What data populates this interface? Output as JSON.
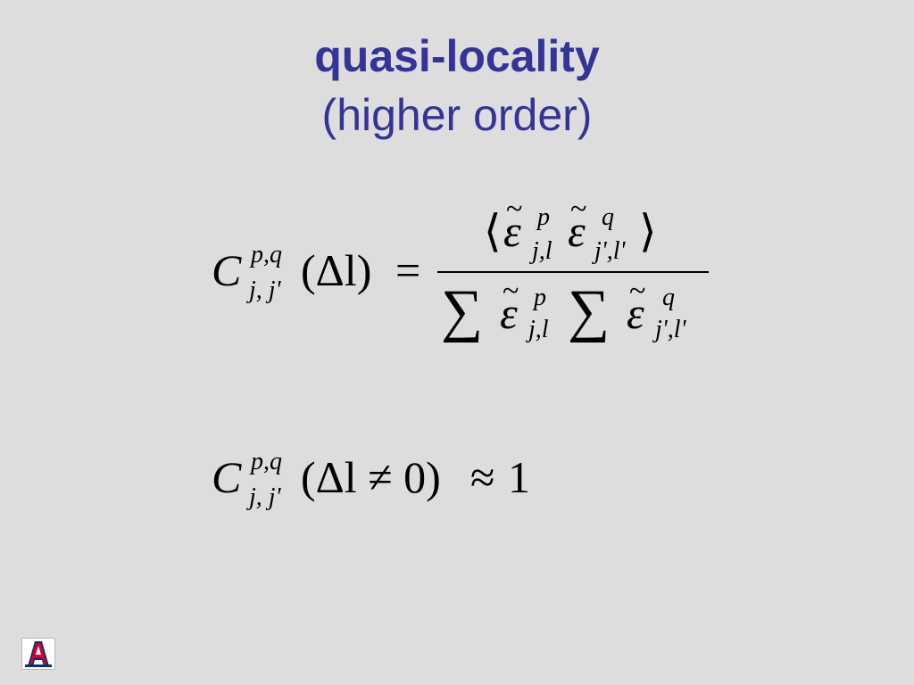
{
  "slide": {
    "title": "quasi-locality",
    "subtitle": "(higher order)"
  },
  "equation1": {
    "C": "C",
    "sup_pq": "p,q",
    "sub_jj": "j, j'",
    "arg": "(Δl)",
    "equals": "=",
    "lang": "⟨",
    "rang": "⟩",
    "eps": "ε",
    "tilde": "~",
    "p": "p",
    "q": "q",
    "sub_jl": "j,l",
    "sub_jlprime": "j',l'",
    "sum": "∑"
  },
  "equation2": {
    "C": "C",
    "sup_pq": "p,q",
    "sub_jj": "j, j'",
    "arg": "(Δl ≠ 0)",
    "approx": "≈",
    "one": "1"
  },
  "logo": {
    "letter": "A",
    "colors": {
      "red": "#cc0033",
      "blue": "#003366"
    }
  }
}
